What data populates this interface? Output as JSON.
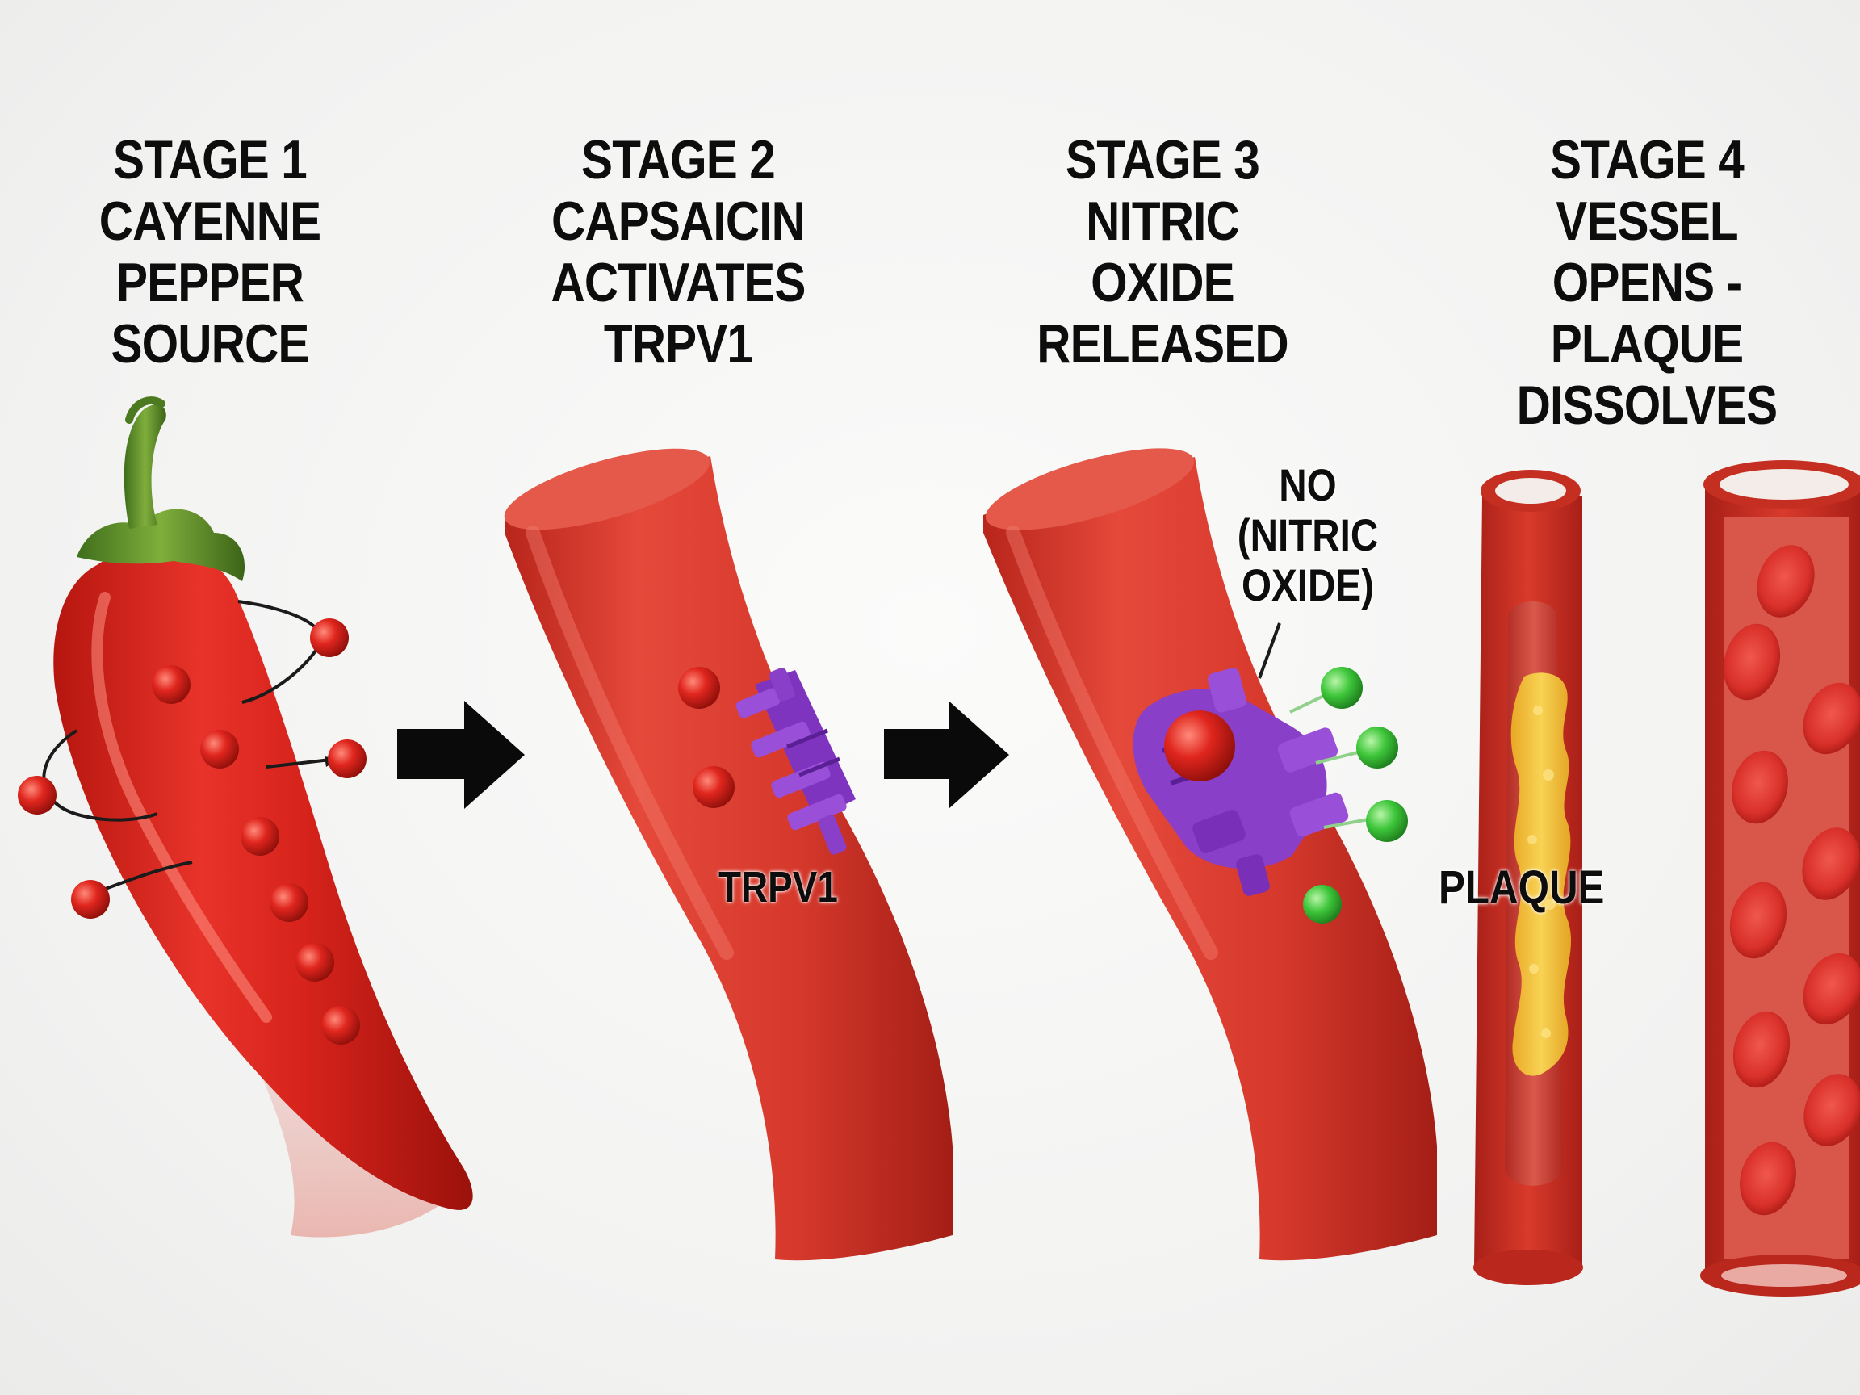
{
  "stages": [
    {
      "lines": [
        "STAGE 1",
        "CAYENNE",
        "PEPPER",
        "SOURCE"
      ]
    },
    {
      "lines": [
        "STAGE 2",
        "CAPSAICIN",
        "ACTIVATES",
        "TRPV1"
      ]
    },
    {
      "lines": [
        "STAGE 3",
        "NITRIC",
        "OXIDE",
        "RELEASED"
      ]
    },
    {
      "lines": [
        "STAGE 4",
        "VESSEL",
        "OPENS -",
        "PLAQUE",
        "DISSOLVES"
      ]
    }
  ],
  "labels": {
    "trpv1": "TRPV1",
    "no_lines": [
      "NO",
      "(NITRIC",
      "OXIDE)"
    ],
    "plaque": "PLAQUE"
  },
  "colors": {
    "pepper": "#d8241c",
    "stem": "#5f8f2c",
    "vessel": "#d93a2b",
    "vessel_dark": "#a8201a",
    "capsaicin_dot": "#d81818",
    "receptor": "#8a3fc8",
    "nitric_oxide": "#3ec63a",
    "plaque": "#f2c23a",
    "arrow": "#0a0a0a"
  }
}
